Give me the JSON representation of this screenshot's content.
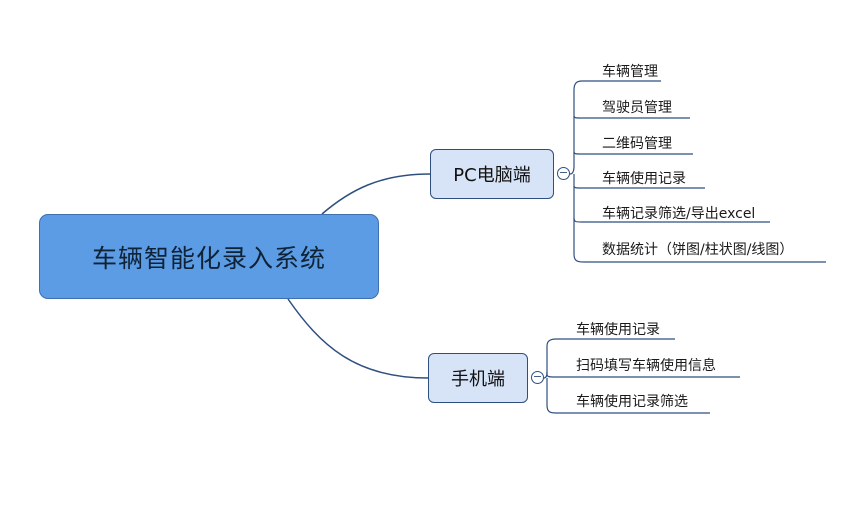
{
  "root": {
    "label": "车辆智能化录入系统"
  },
  "branches": {
    "pc": {
      "label": "PC电脑端",
      "toggle_icon": "minus",
      "items": [
        "车辆管理",
        "驾驶员管理",
        "二维码管理",
        "车辆使用记录",
        "车辆记录筛选/导出excel",
        "数据统计（饼图/柱状图/线图）"
      ]
    },
    "mobile": {
      "label": "手机端",
      "toggle_icon": "minus",
      "items": [
        "车辆使用记录",
        "扫码填写车辆使用信息",
        "车辆使用记录筛选"
      ]
    }
  },
  "colors": {
    "root_fill": "#5b9ce4",
    "branch_fill": "#d7e3f7",
    "line": "#2f4f7f"
  }
}
